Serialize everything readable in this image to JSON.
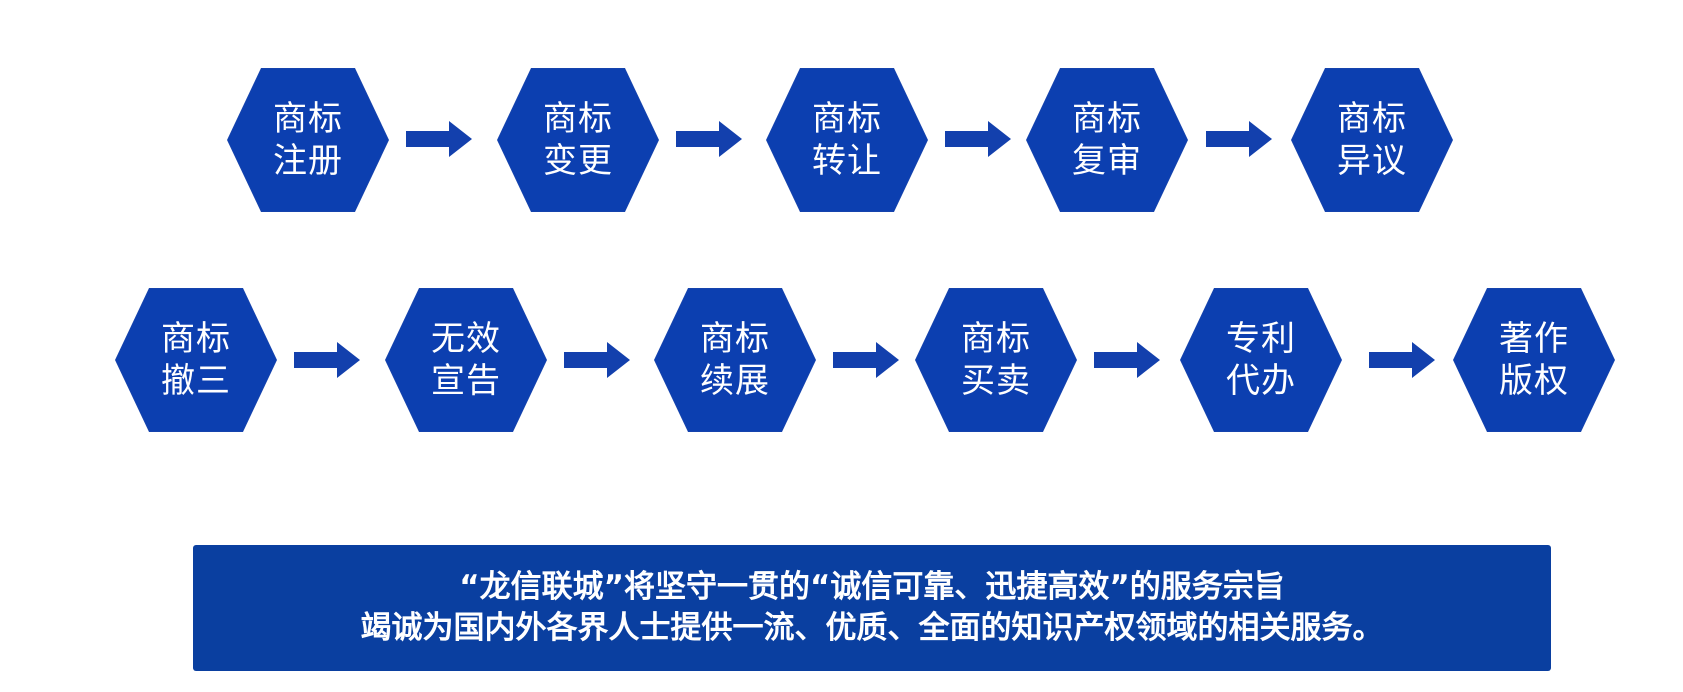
{
  "colors": {
    "hexagon_fill": "#0c3fb0",
    "arrow_fill": "#1340ad",
    "banner_fill": "#0a3fa0",
    "text": "#ffffff"
  },
  "flow": {
    "row1": [
      {
        "line1": "商标",
        "line2": "注册"
      },
      {
        "line1": "商标",
        "line2": "变更"
      },
      {
        "line1": "商标",
        "line2": "转让"
      },
      {
        "line1": "商标",
        "line2": "复审"
      },
      {
        "line1": "商标",
        "line2": "异议"
      }
    ],
    "row2": [
      {
        "line1": "商标",
        "line2": "撤三"
      },
      {
        "line1": "无效",
        "line2": "宣告"
      },
      {
        "line1": "商标",
        "line2": "续展"
      },
      {
        "line1": "商标",
        "line2": "买卖"
      },
      {
        "line1": "专利",
        "line2": "代办"
      },
      {
        "line1": "著作",
        "line2": "版权"
      }
    ]
  },
  "banner": {
    "line1": "“龙信联城”将坚守一贯的“诚信可靠、迅捷高效”的服务宗旨",
    "line2": "竭诚为国内外各界人士提供一流、优质、全面的知识产权领域的相关服务。"
  }
}
